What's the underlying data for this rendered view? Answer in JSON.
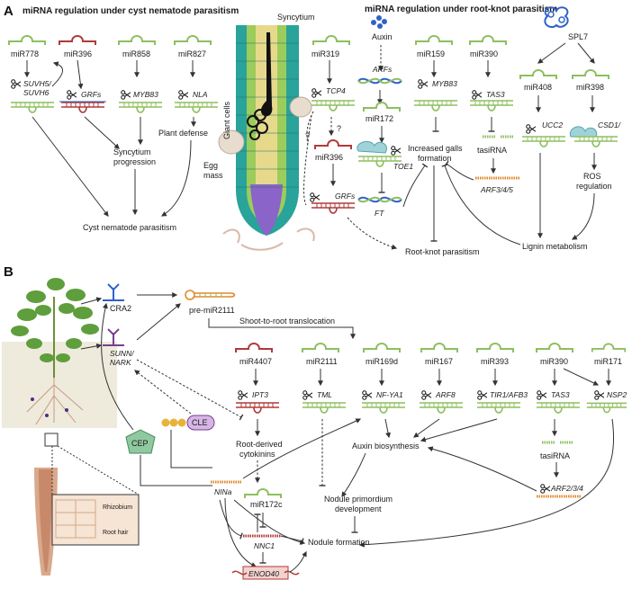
{
  "panel_a": {
    "label": "A",
    "title_left": "miRNA regulation under cyst nematode parasitism",
    "title_right": "miRNA regulation under root-knot parasitism",
    "mirnas_cyst": [
      "miR778",
      "miR396",
      "miR858",
      "miR827"
    ],
    "targets_cyst": [
      "SUVH5/",
      "SUVH6",
      "GRFs",
      "MYB83",
      "NLA"
    ],
    "syncytium_progression": [
      "Syncytium",
      "progression"
    ],
    "plant_defense": "Plant defense",
    "cyst_result": "Cyst nematode parasitism",
    "syncytium": "Syncytium",
    "giant_cells": "Giant cells",
    "egg_mass": [
      "Egg",
      "mass"
    ],
    "q1": "?",
    "q2": "?",
    "mir319": "miR319",
    "tcp4": "TCP4",
    "mir396b": "miR396",
    "grfs_b": "GRFs",
    "auxin": "Auxin",
    "arfs": "ARFs",
    "mir172": "miR172",
    "toe1": "TOE1",
    "ft": "FT",
    "mir159": "miR159",
    "myb83b": "MYB83",
    "mir390": "miR390",
    "tas3": "TAS3",
    "tasirna": "tasiRNA",
    "arf345": "ARF3/4/5",
    "galls": [
      "Increased galls",
      "formation"
    ],
    "rk_result": "Root-knot parasitism",
    "spl7": "SPL7",
    "mir408": "miR408",
    "mir398": "miR398",
    "ucc2": "UCC2",
    "csd1": "CSD1/",
    "ros": [
      "ROS",
      "regulation"
    ],
    "lignin": "Lignin metabolism"
  },
  "panel_b": {
    "label": "B",
    "cra2": "CRA2",
    "sunn": [
      "SUNN/",
      "NARK"
    ],
    "pre_mir2111": "pre-miR2111",
    "translocation": "Shoot-to-root translocation",
    "cep": "CEP",
    "cle": "CLE",
    "rhizobium": "Rhizobium",
    "root_hair": "Root hair",
    "mirnas": [
      "miR4407",
      "miR2111",
      "miR169d",
      "miR167",
      "miR393",
      "miR390",
      "miR171"
    ],
    "targets": [
      "IPT3",
      "TML",
      "NF-YA1",
      "ARF8",
      "TIR1/AFB3",
      "TAS3",
      "NSP2"
    ],
    "cytokinins": [
      "Root-derived",
      "cytokinins"
    ],
    "auxin_bio": "Auxin biosynthesis",
    "tasirna": "tasiRNA",
    "arf234": "ARF2/3/4",
    "nin": "NINa",
    "mir172c": "miR172c",
    "nnc1": "NNC1",
    "enod40": "ENOD40",
    "primordium": [
      "Nodule primordium",
      "development"
    ],
    "nodule": "Nodule formation"
  },
  "colors": {
    "green": "#8dbf5e",
    "red": "#b03a3a",
    "orange": "#e08a2a",
    "blue": "#2f62c8",
    "purple": "#7a3e8f",
    "teal": "#2aa39a",
    "beige": "#f1ece0"
  }
}
